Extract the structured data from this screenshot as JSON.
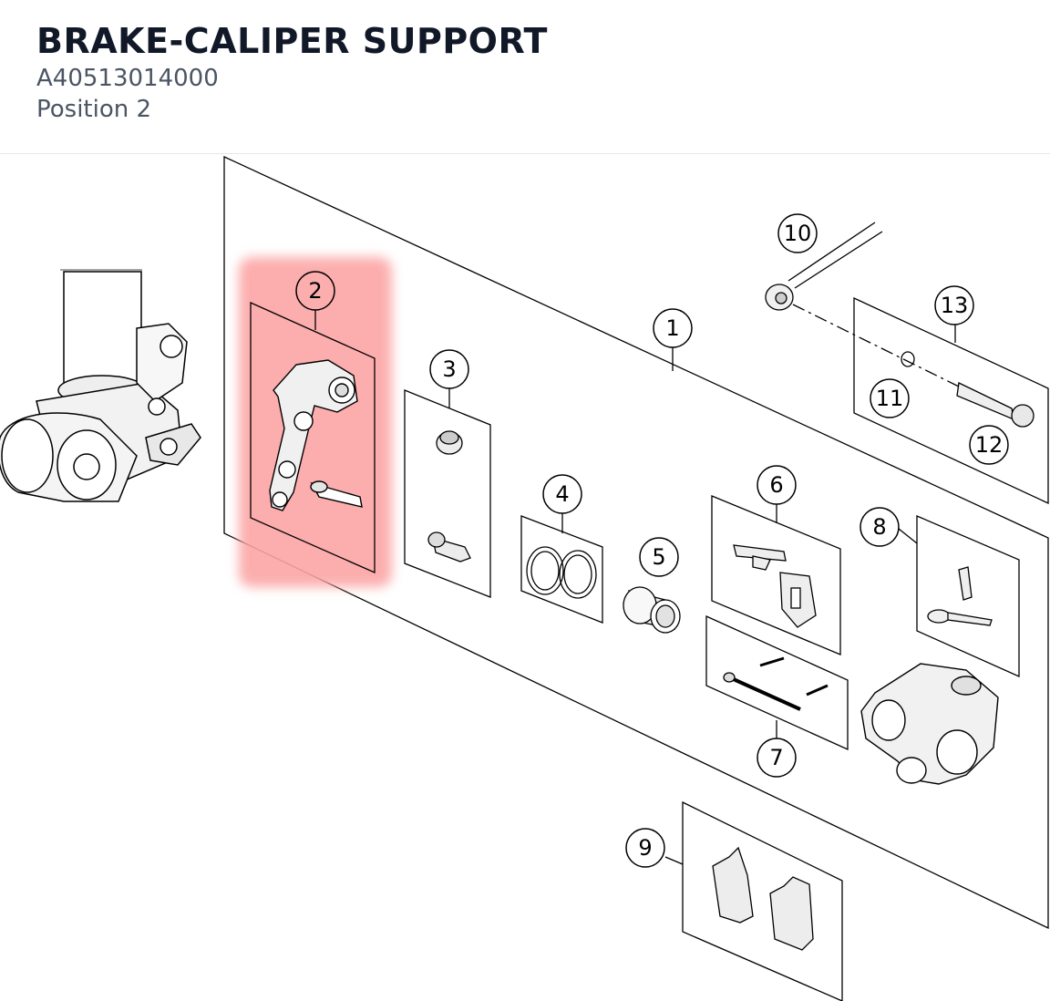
{
  "header": {
    "title": "BRAKE-CALIPER SUPPORT",
    "part_number": "A40513014000",
    "position": "Position 2"
  },
  "diagram": {
    "highlight_color": "#fca5a5",
    "selected_callout": "2",
    "callouts": [
      "1",
      "2",
      "3",
      "4",
      "5",
      "6",
      "7",
      "8",
      "9",
      "10",
      "11",
      "12",
      "13"
    ]
  }
}
